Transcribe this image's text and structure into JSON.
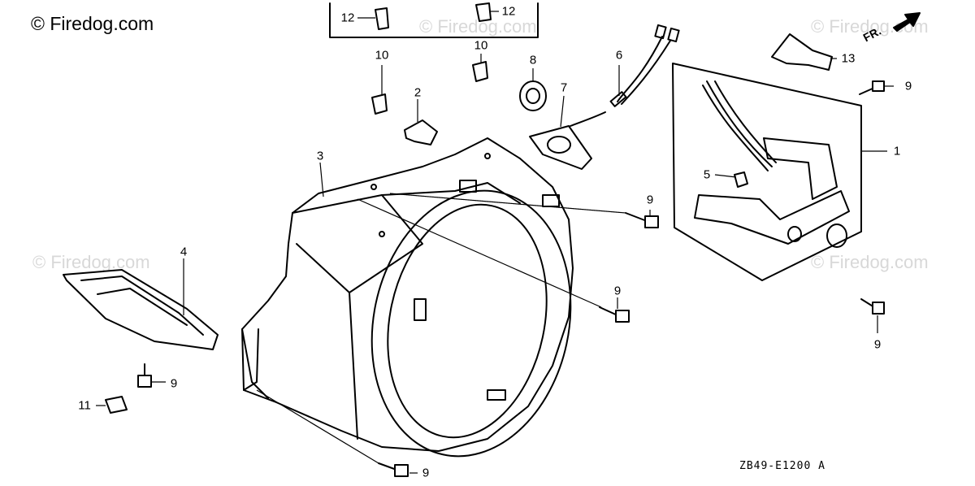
{
  "copyright": "© Firedog.com",
  "watermark": "© Firedog.com",
  "diagram_code": "ZB49-E1200 A",
  "direction_label": "FR.",
  "callouts": {
    "c1": "1",
    "c2": "2",
    "c3": "3",
    "c4": "4",
    "c5": "5",
    "c6": "6",
    "c7": "7",
    "c8": "8",
    "c9a": "9",
    "c9b": "9",
    "c9c": "9",
    "c9d": "9",
    "c9e": "9",
    "c9f": "9",
    "c10a": "10",
    "c10b": "10",
    "c11": "11",
    "c12a": "12",
    "c12b": "12",
    "c13": "13"
  }
}
